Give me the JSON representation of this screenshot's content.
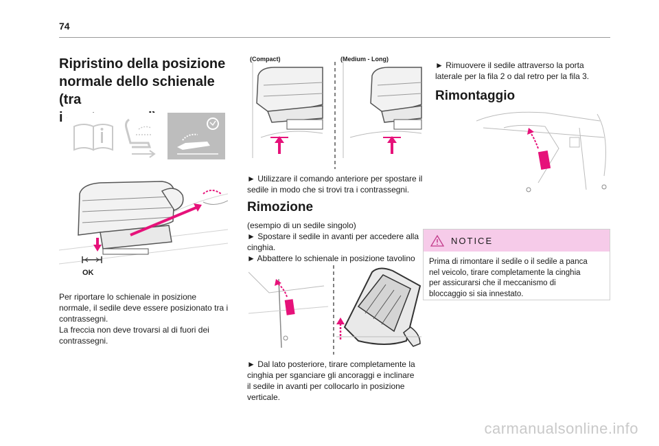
{
  "header": {
    "page_number": "74"
  },
  "col1": {
    "title": "Ripristino della posizione normale dello schienale (tra i contrassegni)",
    "title_lines": [
      "Ripristino della posizione",
      "normale dello schienale (tra",
      "i contrassegni)"
    ],
    "ok_label": "OK",
    "text_lines": [
      "Per riportare lo schienale in posizione",
      "normale, il sedile deve essere posizionato tra i",
      "contrassegni.",
      "La freccia non deve trovarsi al di fuori dei",
      "contrassegni."
    ]
  },
  "col2": {
    "label_compact": "(Compact)",
    "label_medium_long": "(Medium - Long)",
    "step1_lines": [
      "► Utilizzare il comando anteriore per spostare il",
      "sedile in modo che si trovi tra i contrassegni."
    ],
    "section_title": "Rimozione",
    "section_lines": [
      "(esempio di un sedile singolo)",
      "► Spostare il sedile in avanti per accedere alla",
      "cinghia.",
      "► Abbattere lo schienale in posizione tavolino"
    ],
    "step2_lines": [
      "► Dal lato posteriore, tirare completamente la",
      "cinghia per sganciare gli ancoraggi e inclinare",
      "il sedile in avanti per collocarlo in posizione",
      "verticale."
    ]
  },
  "col3": {
    "step_lines": [
      "► Rimuovere il sedile attraverso la porta",
      "laterale per la fila 2 o dal retro per la fila 3."
    ],
    "section_title": "Rimontaggio",
    "notice_label": "NOTICE",
    "notice_lines": [
      "Prima di rimontare il sedile o il sedile a panca",
      "nel veicolo, tirare completamente la cinghia",
      "per assicurarsi che il meccanismo di",
      "bloccaggio si sia innestato."
    ]
  },
  "watermark": "carmanualsonline.info",
  "colors": {
    "accent_pink": "#e6127a",
    "notice_bg": "#f6cbe9",
    "rule": "#9a9a9a"
  }
}
